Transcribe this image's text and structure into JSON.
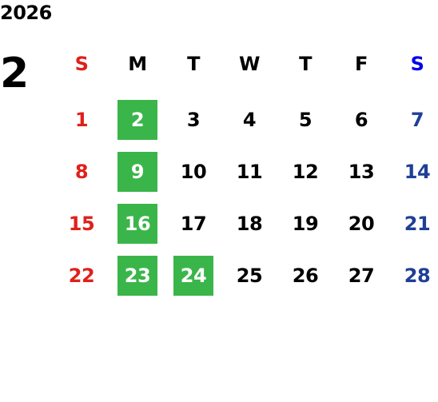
{
  "year": "2026",
  "month": "2",
  "weekdays": [
    "S",
    "M",
    "T",
    "W",
    "T",
    "F",
    "S"
  ],
  "weeks": [
    [
      {
        "d": "1"
      },
      {
        "d": "2",
        "hl": true
      },
      {
        "d": "3"
      },
      {
        "d": "4"
      },
      {
        "d": "5"
      },
      {
        "d": "6"
      },
      {
        "d": "7"
      }
    ],
    [
      {
        "d": "8"
      },
      {
        "d": "9",
        "hl": true
      },
      {
        "d": "10"
      },
      {
        "d": "11"
      },
      {
        "d": "12"
      },
      {
        "d": "13"
      },
      {
        "d": "14"
      }
    ],
    [
      {
        "d": "15"
      },
      {
        "d": "16",
        "hl": true
      },
      {
        "d": "17"
      },
      {
        "d": "18"
      },
      {
        "d": "19"
      },
      {
        "d": "20"
      },
      {
        "d": "21"
      }
    ],
    [
      {
        "d": "22"
      },
      {
        "d": "23",
        "hl": true
      },
      {
        "d": "24",
        "hl": true
      },
      {
        "d": "25"
      },
      {
        "d": "26"
      },
      {
        "d": "27"
      },
      {
        "d": "28"
      }
    ]
  ],
  "colors": {
    "highlight": "#3ab54a",
    "sunday": "#e0201b",
    "saturday": "#1f3f96",
    "saturday_header": "#0000ee"
  }
}
